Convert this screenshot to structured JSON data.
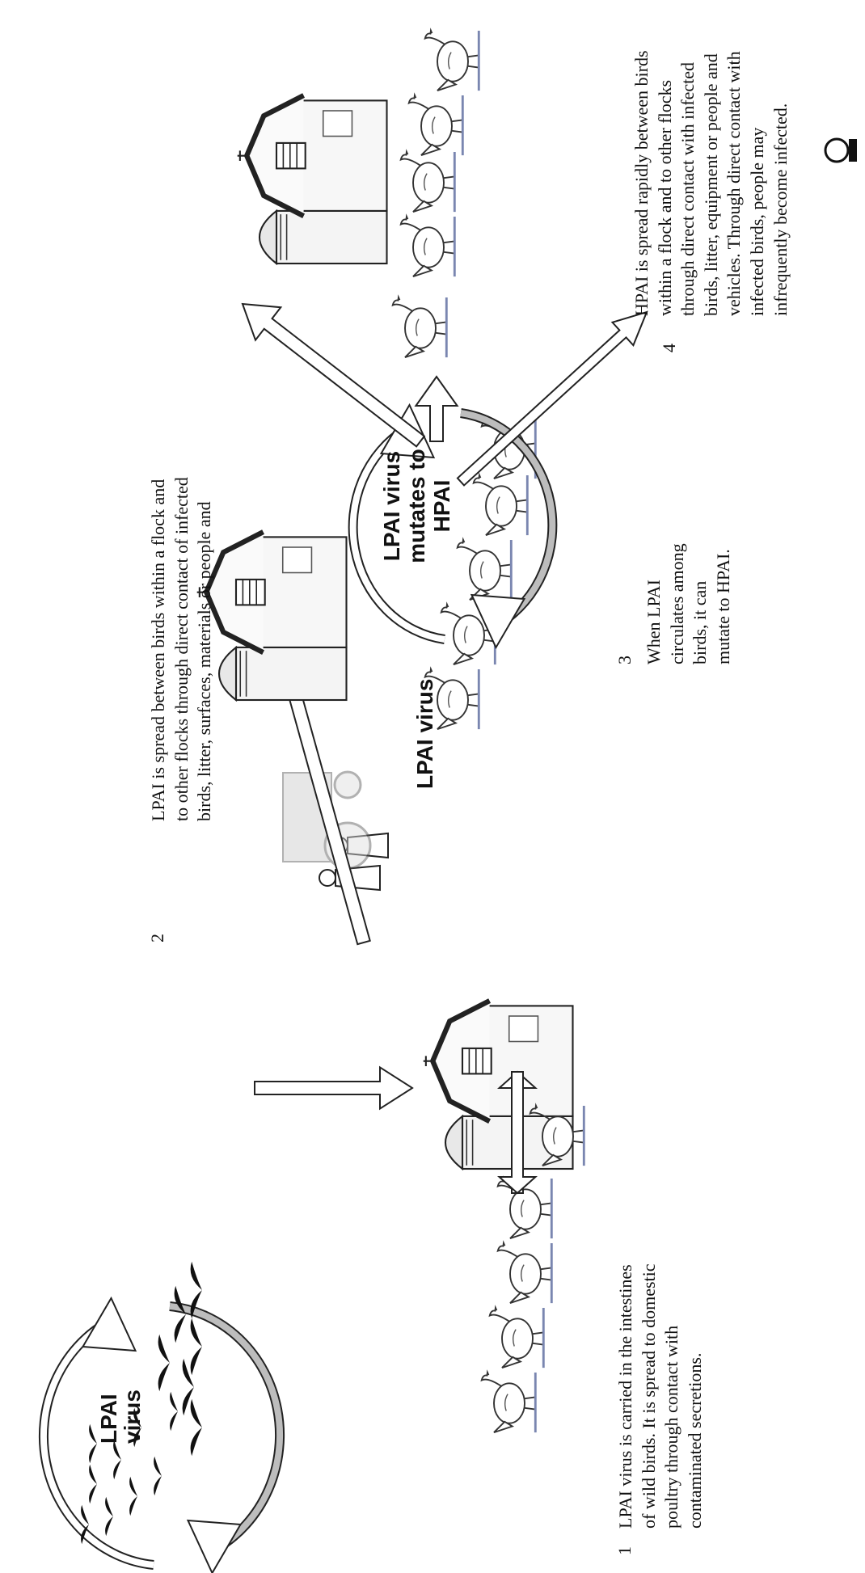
{
  "steps": [
    {
      "number": "1",
      "text": "LPAI virus is carried in the intestines of wild birds. It is spread to domestic poultry through contact with contaminated secretions.",
      "lines": [
        "LPAI virus is carried in the intestines",
        "of wild birds. It is spread to domestic",
        "poultry through contact with",
        "contaminated secretions."
      ]
    },
    {
      "number": "2",
      "text": "LPAI is spread between birds within a flock and to other flocks through direct contact of infected birds, litter, surfaces, materials or people and",
      "lines": [
        "LPAI is spread between birds within a flock and",
        "to other flocks through direct contact of infected",
        "birds, litter, surfaces, materials or people and"
      ]
    },
    {
      "number": "3",
      "text": "When LPAI circulates among birds, it can mutate to HPAI.",
      "lines": [
        "When LPAI",
        "circulates among",
        "birds, it can",
        "mutate to HPAI."
      ]
    },
    {
      "number": "4",
      "text": "HPAI is spread rapidly between birds within a flock and to other flocks through direct contact with infected birds, litter, equipment or people and vehicles. Through direct contact with infected birds, people may infrequently become infected.",
      "lines": [
        "HPAI is spread rapidly between birds",
        "within a flock and to other flocks",
        "through direct contact with infected",
        "birds, litter, equipment or people and",
        "vehicles. Through direct contact with",
        "infected birds, people may",
        "infrequently become infected."
      ]
    }
  ],
  "labels": {
    "wild_virus": [
      "LPAI",
      "virus"
    ],
    "transport_virus": "LPAI virus",
    "mutation": [
      "LPAI virus",
      "mutates to HPAI"
    ]
  },
  "colors": {
    "ink": "#111111",
    "arrow_fill": "#ffffff",
    "arrow_shade": "#bdbdbd",
    "ground": "#7a86b0"
  },
  "icons": [
    "wild-bird-icon",
    "barn-icon",
    "chicken-icon",
    "people-icon",
    "tractor-icon",
    "cycle-arrow-icon",
    "logo-icon"
  ]
}
